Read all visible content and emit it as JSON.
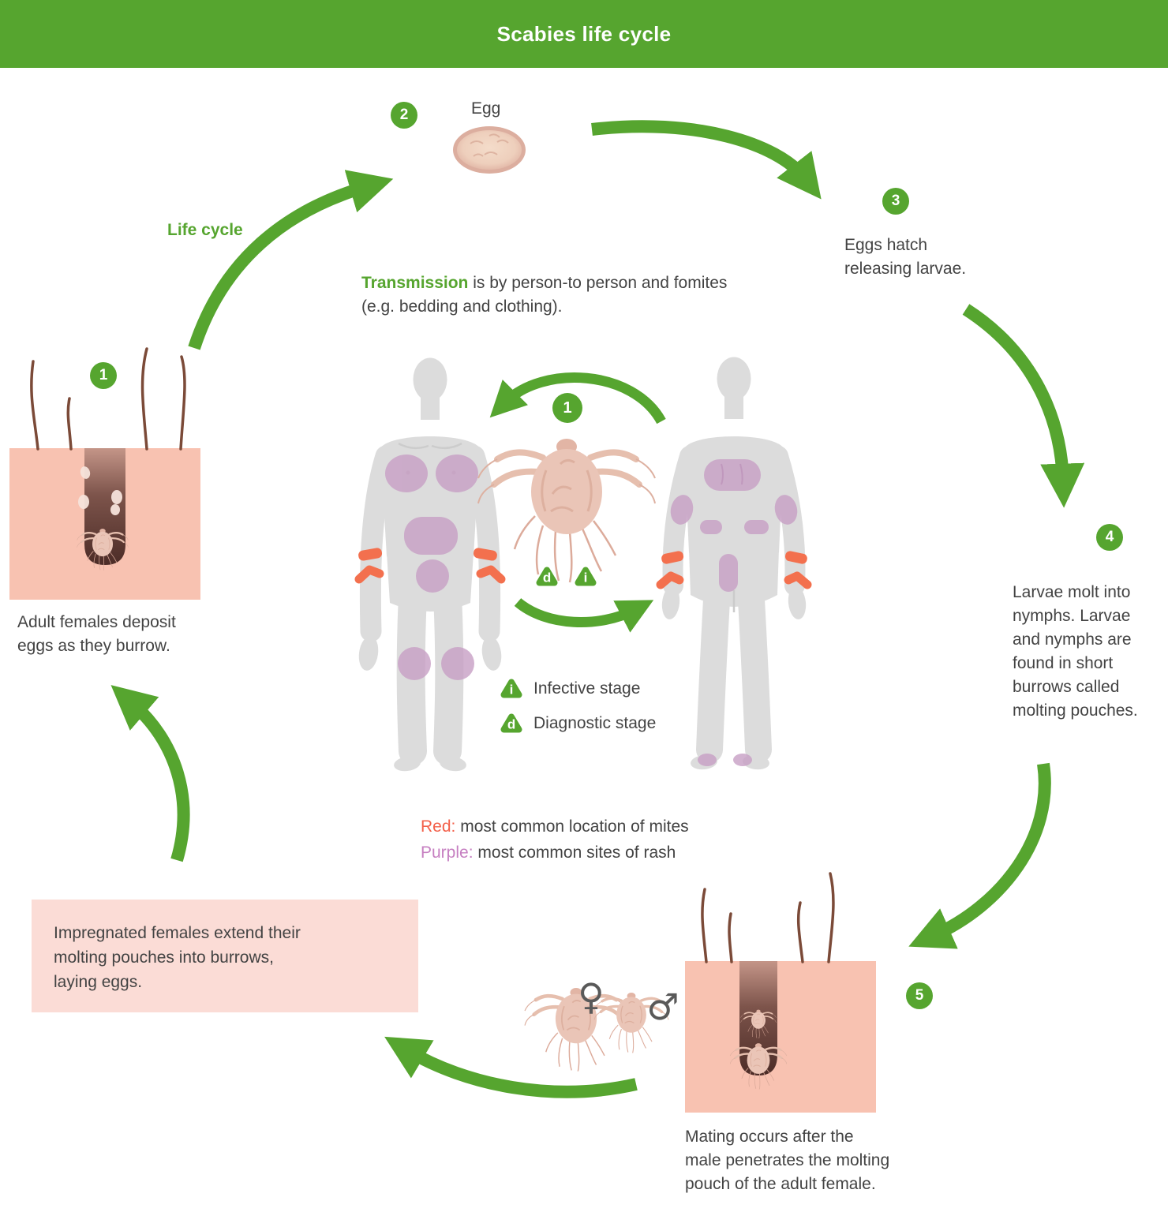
{
  "header": {
    "title": "Scabies life cycle"
  },
  "notes": {
    "life_cycle": "Life cycle",
    "transmission_lead": "Transmission",
    "transmission_rest": " is by person-to person and fomites\n(e.g. bedding and clothing)."
  },
  "stages": [
    {
      "num": "1",
      "text": "Adult females deposit\neggs as they burrow."
    },
    {
      "num": "2",
      "label": "Egg"
    },
    {
      "num": "3",
      "text": "Eggs hatch\nreleasing larvae."
    },
    {
      "num": "4",
      "text": "Larvae molt into\nnymphs. Larvae\nand nymphs are\nfound in short\nburrows called\nmolting pouches."
    },
    {
      "num": "5",
      "text": "Mating occurs after the\nmale penetrates the molting\npouch of the adult female."
    }
  ],
  "center": {
    "num": "1",
    "badge_d": "d",
    "badge_i": "i"
  },
  "legend": {
    "infective": "Infective stage",
    "diagnostic": "Diagnostic stage"
  },
  "color_key": {
    "red_label": "Red:",
    "red_text": "most common location of mites",
    "purple_label": "Purple:",
    "purple_text": "most common sites of rash"
  },
  "box_text": "Impregnated females extend their\nmolting pouches into burrows,\nlaying eggs.",
  "symbols": {
    "female": "♀",
    "male": "♂"
  },
  "colors": {
    "green": "#56a52f",
    "skin_pink": "#f8c2b1",
    "box_pink": "#fbdcd6",
    "rash_purple": "#c89fc5",
    "mite_location_red": "#f3704e",
    "red_key": "#f3604a",
    "purple_key": "#c67fc1",
    "text": "#434343"
  }
}
